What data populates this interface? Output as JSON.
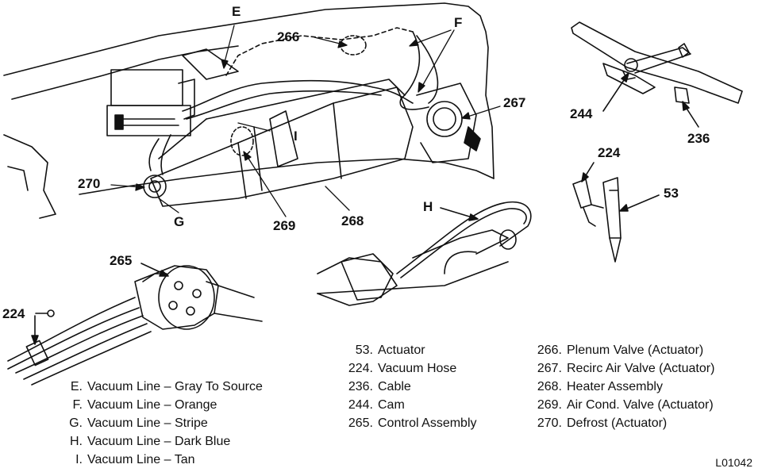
{
  "callouts": {
    "E": "E",
    "F": "F",
    "G": "G",
    "H": "H",
    "I": "I",
    "n266": "266",
    "n267": "267",
    "n270": "270",
    "n268": "268",
    "n269": "269",
    "n244": "244",
    "n236": "236",
    "n224_top": "224",
    "n53": "53",
    "n265": "265",
    "n224_left": "224"
  },
  "legend_letters": [
    {
      "key": "E.",
      "text": "Vacuum Line – Gray To Source"
    },
    {
      "key": "F.",
      "text": "Vacuum Line – Orange"
    },
    {
      "key": "G.",
      "text": "Vacuum Line – Stripe"
    },
    {
      "key": "H.",
      "text": "Vacuum Line – Dark Blue"
    },
    {
      "key": "I.",
      "text": "Vacuum Line – Tan"
    }
  ],
  "legend_parts_a": [
    {
      "key": "53.",
      "text": "Actuator"
    },
    {
      "key": "224.",
      "text": "Vacuum Hose"
    },
    {
      "key": "236.",
      "text": "Cable"
    },
    {
      "key": "244.",
      "text": "Cam"
    },
    {
      "key": "265.",
      "text": "Control Assembly"
    }
  ],
  "legend_parts_b": [
    {
      "key": "266.",
      "text": "Plenum Valve (Actuator)"
    },
    {
      "key": "267.",
      "text": "Recirc Air Valve (Actuator)"
    },
    {
      "key": "268.",
      "text": "Heater Assembly"
    },
    {
      "key": "269.",
      "text": "Air Cond. Valve (Actuator)"
    },
    {
      "key": "270.",
      "text": "Defrost (Actuator)"
    }
  ],
  "figure_id": "L01042"
}
